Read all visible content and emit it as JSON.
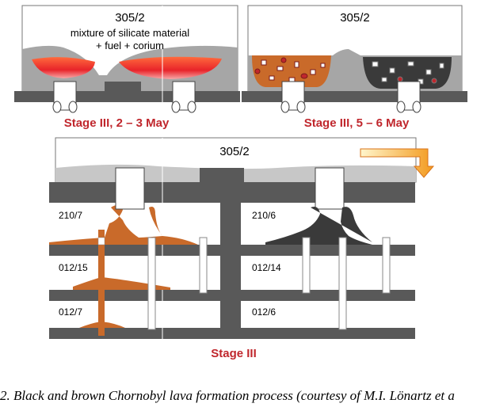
{
  "panels": {
    "top_left": {
      "room_label": "305/2",
      "description_line1": "mixture of silicate material",
      "description_line2": "+ fuel + corium",
      "stage_label": "Stage III, 2 – 3 May"
    },
    "top_right": {
      "room_label": "305/2",
      "stage_label": "Stage III, 5 – 6 May"
    },
    "bottom": {
      "room_label": "305/2",
      "left_rooms": [
        "210/7",
        "012/15",
        "012/7"
      ],
      "right_rooms": [
        "210/6",
        "012/14",
        "012/6"
      ],
      "stage_label": "Stage III"
    }
  },
  "colors": {
    "slab": "#595959",
    "silicate_grey": "#a6a6a6",
    "corium_red": "#e8242a",
    "brown_lava": "#c96a2a",
    "black_lava": "#3a3a3a",
    "stage_text": "#c0272d",
    "arrow_orange": "#f39a1e"
  },
  "caption": "2. Black and brown Chornobyl lava formation process (courtesy of M.I. Lönartz et a"
}
